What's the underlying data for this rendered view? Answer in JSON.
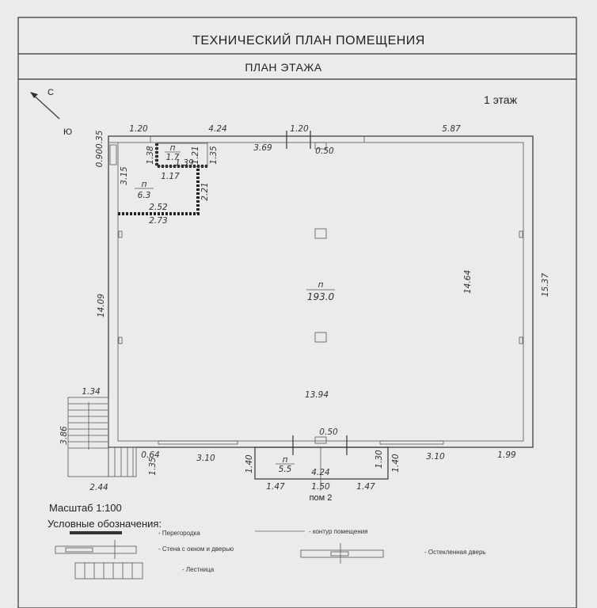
{
  "header": {
    "title": "ТЕХНИЧЕСКИЙ ПЛАН ПОМЕЩЕНИЯ",
    "subtitle": "ПЛАН ЭТАЖА"
  },
  "floor_label": "1 этаж",
  "compass": {
    "north": "С",
    "south": "Ю"
  },
  "rooms": [
    {
      "prefix": "п",
      "area": "1.7"
    },
    {
      "prefix": "п",
      "area": "6.3"
    },
    {
      "prefix": "п",
      "area": "193.0"
    },
    {
      "prefix": "п",
      "area": "5.5"
    }
  ],
  "dimensions": {
    "top_1": "1.20",
    "top_2": "4.24",
    "top_3": "1.20",
    "top_4": "5.87",
    "top_left_vert": "0.900.35",
    "inner_369": "3.69",
    "top_050": "0.50",
    "r1_138": "1.38",
    "r1_121": "1.21",
    "r1_135": "1.35",
    "r1_139": "1.39",
    "r1_117": "1.17",
    "r2_315": "3.15",
    "r2_221": "2.21",
    "r2_252": "2.52",
    "r2_273": "2.73",
    "main_1464": "14.64",
    "main_1537": "15.37",
    "main_1409": "14.09",
    "main_1394": "13.94",
    "stair_134": "1.34",
    "stair_386": "3.86",
    "bot_050": "0.50",
    "bot_064": "0.64",
    "bot_135": "1.35",
    "bot_310a": "3.10",
    "bot_140a": "1.40",
    "bot_424": "4.24",
    "bot_130": "1.30",
    "bot_140b": "1.40",
    "bot_310b": "3.10",
    "bot_199": "1.99",
    "bot_244": "2.44",
    "bot_147a": "1.47",
    "bot_150": "1.50",
    "bot_147b": "1.47"
  },
  "room_ref": "пом 2",
  "scale": "Масштаб 1:100",
  "legend": {
    "title": "Условные обозначения:",
    "items": [
      "- Перегородка",
      "- контур помещения",
      "- Стена с окном и дверью",
      "- Остекленная дверь",
      "- Лестница"
    ]
  }
}
